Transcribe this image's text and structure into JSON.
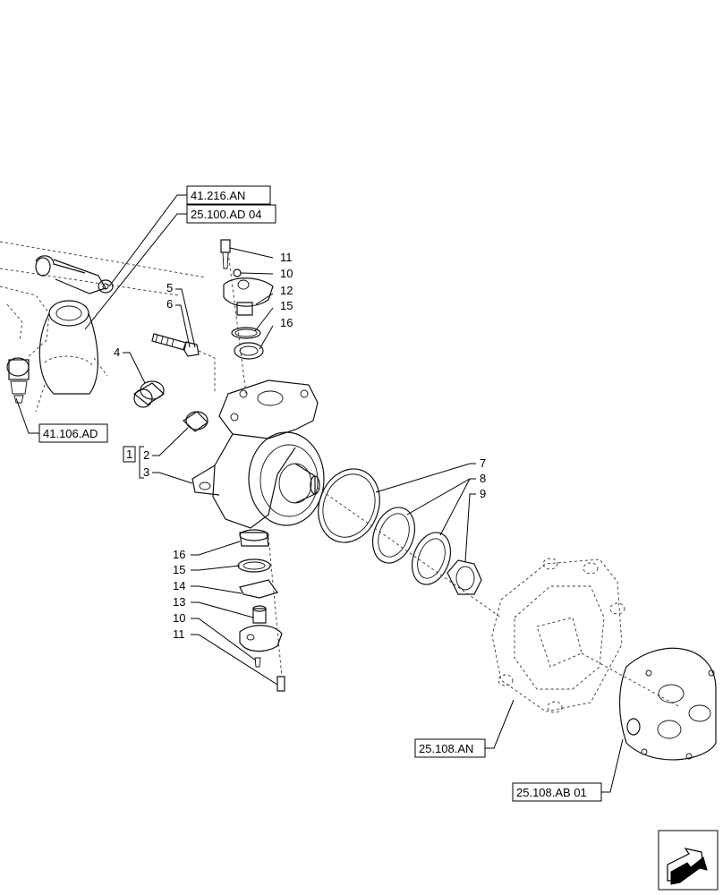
{
  "references": {
    "ref_41_216_AN": "41.216.AN",
    "ref_25_100_AD_04": "25.100.AD 04",
    "ref_41_106_AD": "41.106.AD",
    "ref_25_108_AN": "25.108.AN",
    "ref_25_108_AB_01": "25.108.AB 01"
  },
  "callouts": {
    "n1_boxed": "1",
    "n2": "2",
    "n3": "3",
    "n4": "4",
    "n5": "5",
    "n6": "6",
    "n7": "7",
    "n8": "8",
    "n9": "9",
    "n10_top": "10",
    "n11_top": "11",
    "n12": "12",
    "n15_top": "15",
    "n16_top": "16",
    "n16_bottom": "16",
    "n15_bottom": "15",
    "n14": "14",
    "n13": "13",
    "n10_bottom": "10",
    "n11_bottom": "11"
  },
  "icons": {
    "corner": "next-page-arrow-icon"
  }
}
